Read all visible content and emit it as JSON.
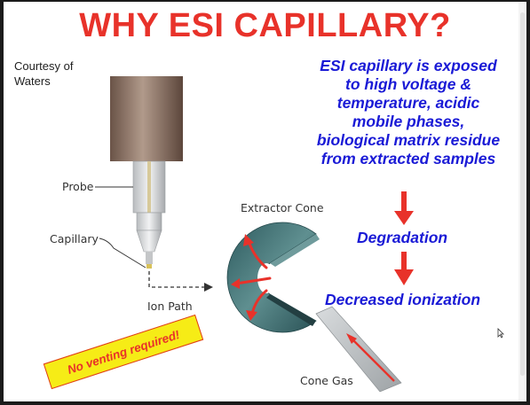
{
  "slide": {
    "title": "WHY ESI CAPILLARY?",
    "courtesy": [
      "Courtesy of",
      "Waters"
    ],
    "description_lines": [
      "ESI capillary is exposed",
      "to high voltage &",
      "temperature, acidic",
      "mobile phases,",
      "biological matrix residue",
      "from extracted samples"
    ],
    "step1": "Degradation",
    "step2": "Decreased ionization",
    "badge": "No venting required!"
  },
  "diagram": {
    "probe_label": "Probe",
    "capillary_label": "Capillary",
    "extractor_label": "Extractor Cone",
    "ion_path_label": "Ion Path",
    "cone_gas_label": "Cone Gas"
  },
  "colors": {
    "title": "#e8322a",
    "text_blue": "#1a1ad6",
    "arrow_red": "#e8322a",
    "badge_fill": "#f6ec16",
    "cone": "#3d6e72"
  }
}
